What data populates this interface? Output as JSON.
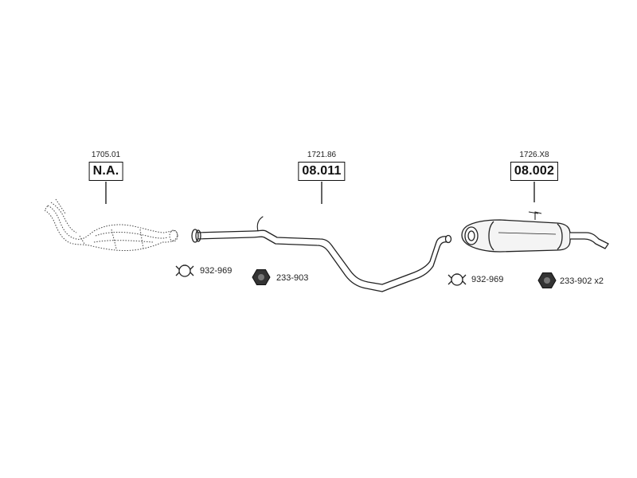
{
  "sections": [
    {
      "id": "catalyst",
      "ref": "1705.01",
      "code": "N.A."
    },
    {
      "id": "middle-pipe",
      "ref": "1721.86",
      "code": "08.011"
    },
    {
      "id": "rear-muffler",
      "ref": "1726.X8",
      "code": "08.002"
    }
  ],
  "accessories": [
    {
      "kind": "clamp",
      "label": "932-969"
    },
    {
      "kind": "nut",
      "label": "233-903"
    },
    {
      "kind": "clamp",
      "label": "932-969"
    },
    {
      "kind": "nut",
      "label": "233-902 x2"
    }
  ],
  "colors": {
    "line": "#222222",
    "muffler_fill": "#f4f4f4",
    "nut_fill": "#333333"
  },
  "icons": {
    "clamp": "pipe-clamp-icon",
    "nut": "hex-nut-icon"
  }
}
